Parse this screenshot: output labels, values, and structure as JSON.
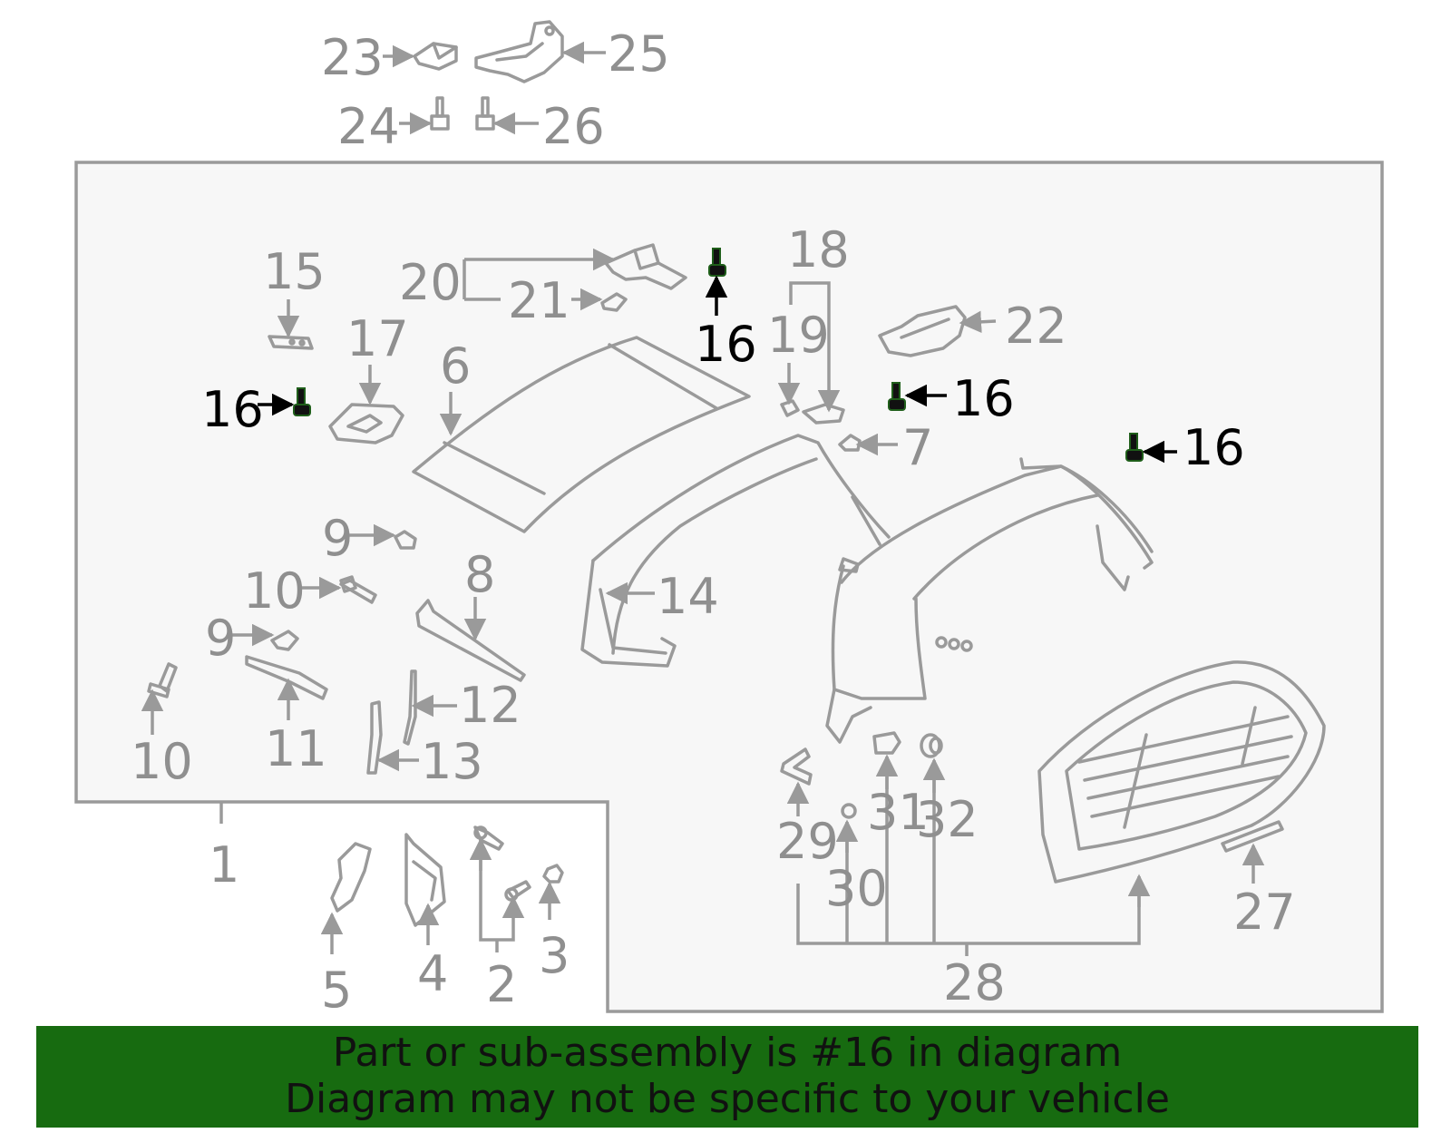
{
  "colors": {
    "line": "#9a9a9a",
    "panel_fill": "#f7f7f7",
    "highlight": "#000000",
    "banner_bg": "#176b10",
    "banner_text": "#111111"
  },
  "callouts": {
    "c1": "1",
    "c2": "2",
    "c3": "3",
    "c4": "4",
    "c5": "5",
    "c6": "6",
    "c7": "7",
    "c8": "8",
    "c9a": "9",
    "c9b": "9",
    "c10a": "10",
    "c10b": "10",
    "c11": "11",
    "c12": "12",
    "c13": "13",
    "c14": "14",
    "c15": "15",
    "c16a": "16",
    "c16b": "16",
    "c16c": "16",
    "c16d": "16",
    "c17": "17",
    "c18": "18",
    "c19": "19",
    "c20": "20",
    "c21": "21",
    "c22": "22",
    "c23": "23",
    "c24": "24",
    "c25": "25",
    "c26": "26",
    "c27": "27",
    "c28": "28",
    "c29": "29",
    "c30": "30",
    "c31": "31",
    "c32": "32"
  },
  "highlighted_part": "16",
  "banner": {
    "line1": "Part or sub-assembly is #16 in diagram",
    "line2": "Diagram may not be specific to your vehicle"
  }
}
